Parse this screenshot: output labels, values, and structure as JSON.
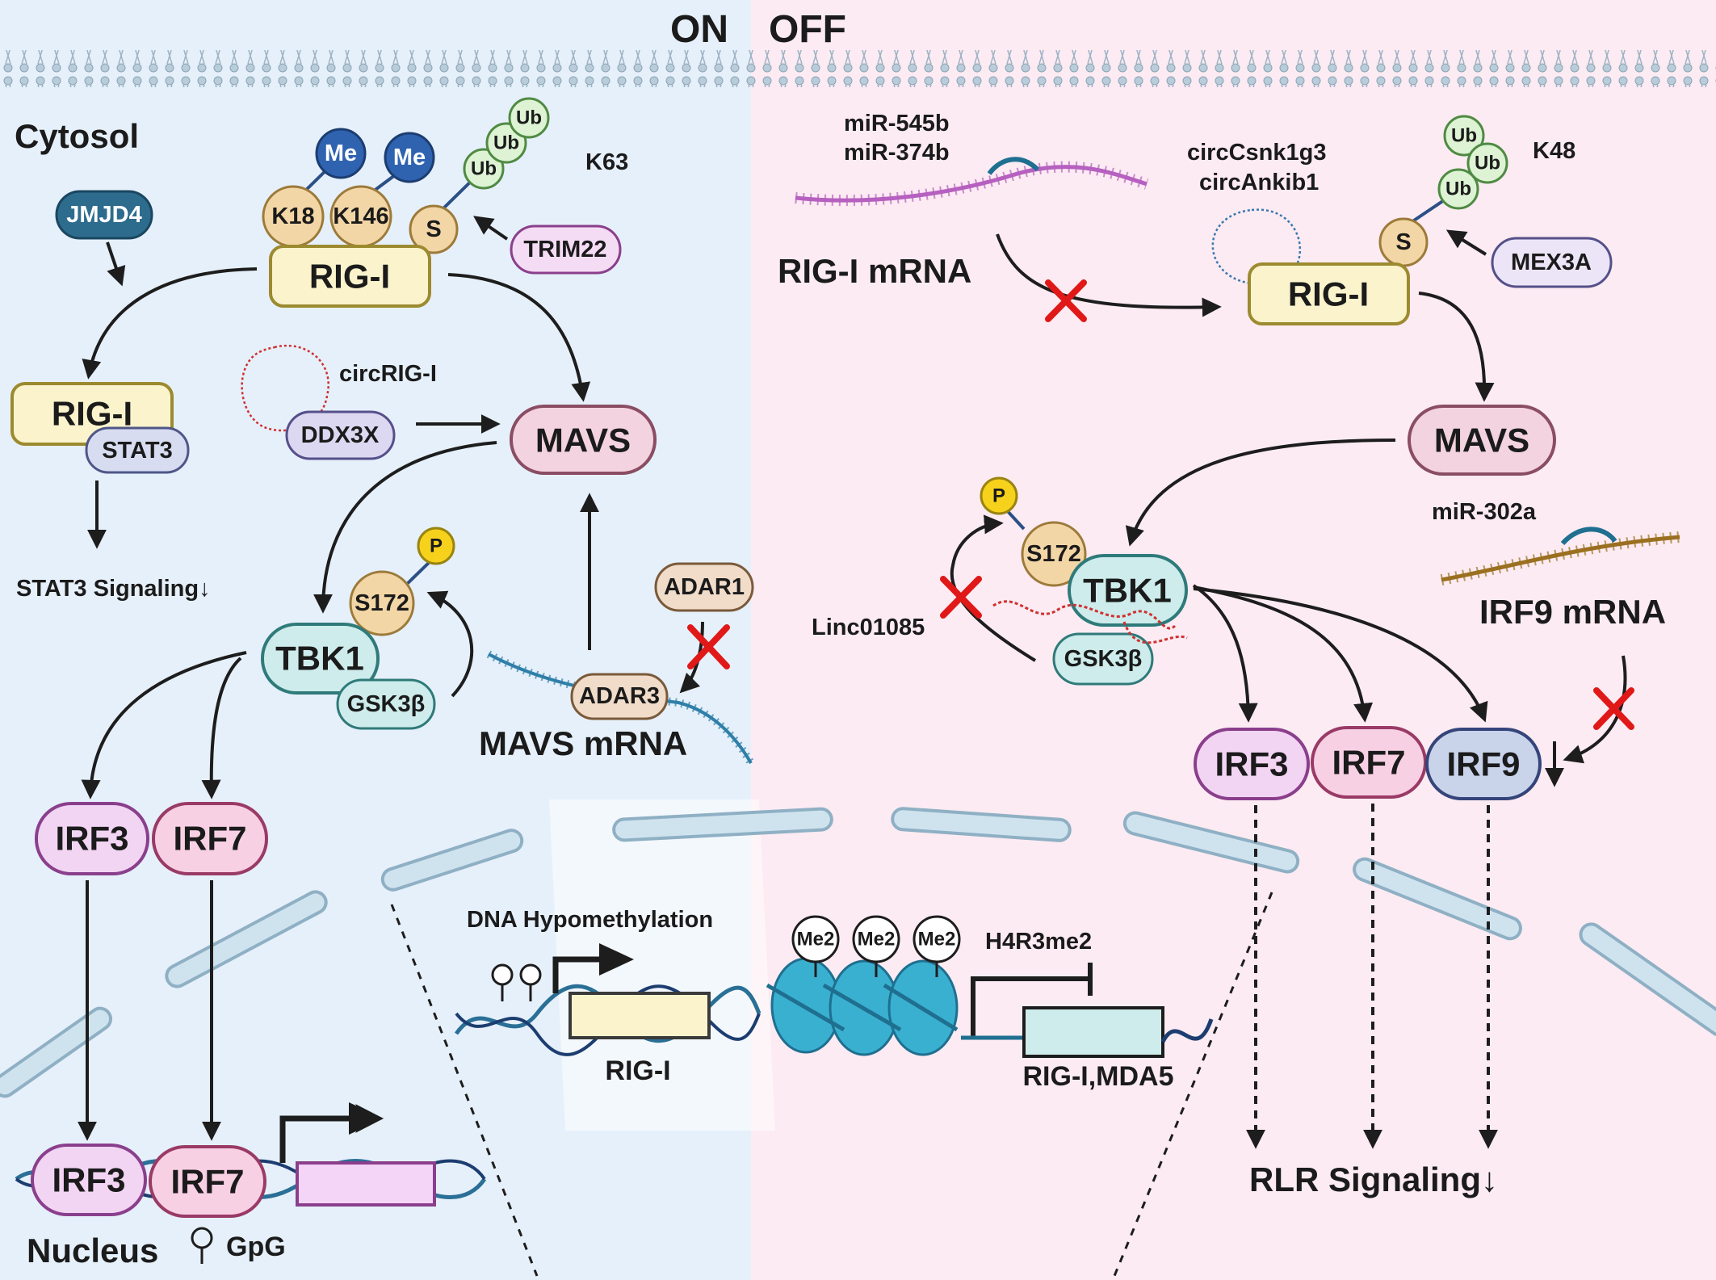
{
  "header": {
    "on_label": "ON",
    "off_label": "OFF"
  },
  "regions": {
    "cytosol": "Cytosol",
    "nucleus": "Nucleus",
    "cpg": "GpG"
  },
  "colors": {
    "left_bg": "#e6f0fa",
    "right_bg": "#fcebf2",
    "rig_fill": "#faf3cc",
    "rig_stroke": "#9c8a2f",
    "mavs_fill": "#f3d3df",
    "mavs_stroke": "#8a4d63",
    "tbk_fill": "#cdeceb",
    "tbk_stroke": "#2f7a7a",
    "irf3_fill": "#f2d4f3",
    "irf3_stroke": "#8a3f8c",
    "irf7_fill": "#f8d0e4",
    "irf7_stroke": "#9a3a66",
    "irf9_fill": "#c9d3ea",
    "irf9_stroke": "#35447a",
    "ub_fill": "#ddf3d4",
    "ub_stroke": "#4f8a43",
    "me_fill": "#2f63b0",
    "p_fill": "#f7d21c",
    "red_x": "#e01818"
  },
  "left": {
    "me_badges": [
      "Me",
      "Me"
    ],
    "ub_chain": [
      "Ub",
      "Ub",
      "Ub"
    ],
    "k63": "K63",
    "lysines": [
      "K18",
      "K146"
    ],
    "s_site": "S",
    "trim22": "TRIM22",
    "jmjd4": "JMJD4",
    "rig_i": "RIG-I",
    "rig_i_stat": "RIG-I",
    "stat3": "STAT3",
    "stat3_signaling": "STAT3 Signaling↓",
    "circ_rig": "circRIG-I",
    "ddx3x": "DDX3X",
    "mavs": "MAVS",
    "p": "P",
    "s172": "S172",
    "tbk1": "TBK1",
    "gsk3b": "GSK3β",
    "adar1": "ADAR1",
    "adar3": "ADAR3",
    "mavs_mrna": "MAVS mRNA",
    "irf3": "IRF3",
    "irf7": "IRF7",
    "nuc_irf3": "IRF3",
    "nuc_irf7": "IRF7"
  },
  "right": {
    "mirnas": [
      "miR-545b",
      "miR-374b"
    ],
    "rig_mrna": "RIG-I mRNA",
    "circs": [
      "circCsnk1g3",
      "circAnkib1"
    ],
    "ub_chain": [
      "Ub",
      "Ub",
      "Ub"
    ],
    "k48": "K48",
    "s_site": "S",
    "mex3a": "MEX3A",
    "rig_i": "RIG-I",
    "mavs": "MAVS",
    "p": "P",
    "s172": "S172",
    "tbk1": "TBK1",
    "gsk3b": "GSK3β",
    "linc": "Linc01085",
    "mir302": "miR-302a",
    "irf9_mrna": "IRF9 mRNA",
    "irf3": "IRF3",
    "irf7": "IRF7",
    "irf9": "IRF9",
    "rlr": "RLR Signaling↓"
  },
  "nucleus_zoom": {
    "dna_hypo": "DNA Hypomethylation",
    "rig_gene": "RIG-I",
    "me2": [
      "Me2",
      "Me2",
      "Me2"
    ],
    "h4r3": "H4R3me2",
    "genes2": "RIG-I,MDA5"
  }
}
